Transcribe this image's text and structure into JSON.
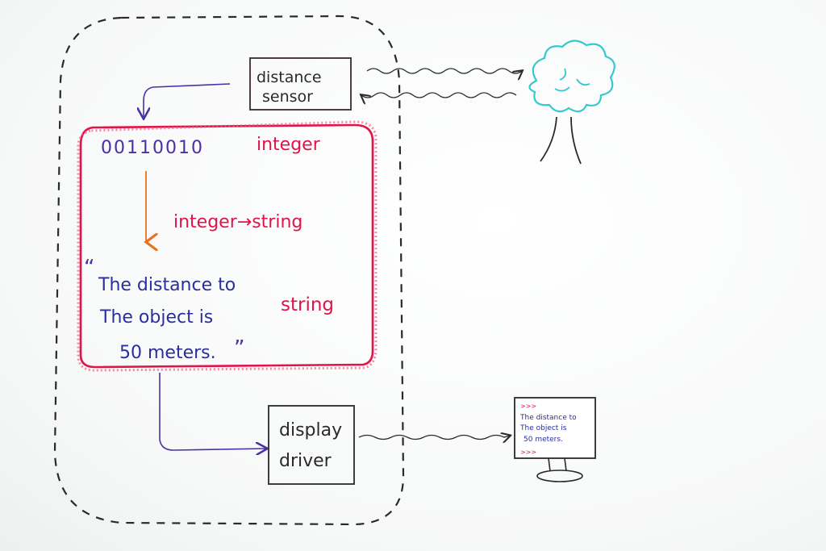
{
  "sensor": {
    "line1": "distance",
    "line2": "sensor"
  },
  "conversion": {
    "binary_value": "00110010",
    "binary_type": "integer",
    "step_label": "integer→string",
    "quote_open": "“",
    "text_line1": "The distance to",
    "text_line2": "The object  is",
    "text_line3": "50  meters.",
    "quote_close": "”",
    "text_type": "string"
  },
  "display_driver": {
    "line1": "display",
    "line2": "driver"
  },
  "monitor": {
    "prompt_top": ">>>",
    "line1": "The distance to",
    "line2": "The object is",
    "line3": "50 meters.",
    "prompt_bottom": ">>>"
  },
  "colors": {
    "ink_black": "#2a2a2a",
    "ink_purple": "#4b2fa6",
    "ink_red": "#e0134a",
    "ink_orange": "#e8731a",
    "ink_teal": "#33c9cf",
    "ink_blue": "#2a2f9c"
  },
  "icons": [
    "tree-icon",
    "monitor-icon"
  ]
}
